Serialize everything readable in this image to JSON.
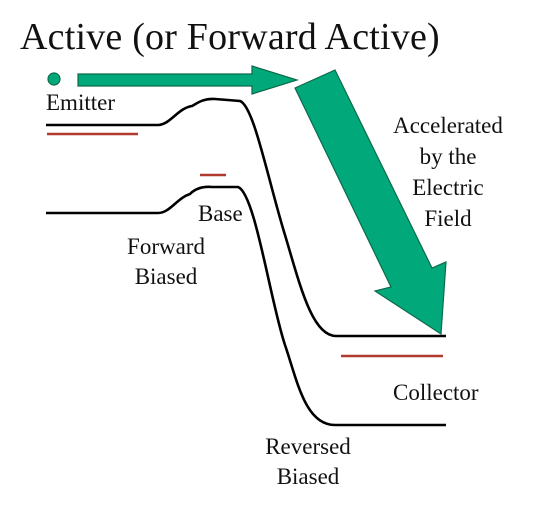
{
  "title": "Active (or Forward Active)",
  "labels": {
    "emitter": "Emitter",
    "base": "Base",
    "forward_biased": [
      "Forward",
      "Biased"
    ],
    "accelerated": [
      "Accelerated",
      "by the",
      "Electric",
      "Field"
    ],
    "collector": "Collector",
    "reversed_biased": [
      "Reversed",
      "Biased"
    ]
  },
  "colors": {
    "band_line": "#000000",
    "fermi_level": "#b03a2e",
    "arrow_fill": "#00a87a",
    "arrow_stroke": "#0a6b4b",
    "electron": "#00a87a"
  }
}
